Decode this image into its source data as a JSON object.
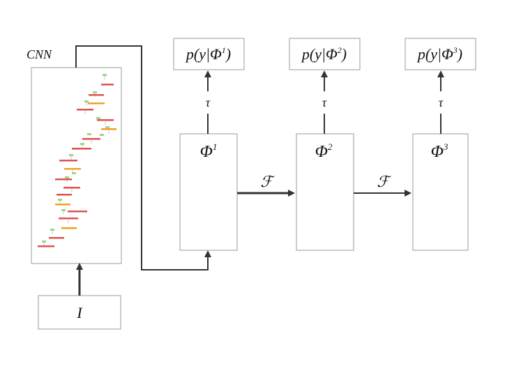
{
  "diagram": {
    "cnn_label": "CNN",
    "input_label": "I",
    "feature_maps": [
      {
        "base": "Φ",
        "sup": "1"
      },
      {
        "base": "Φ",
        "sup": "2"
      },
      {
        "base": "Φ",
        "sup": "3"
      }
    ],
    "prob_outputs": [
      {
        "prefix": "p(y|",
        "base": "Φ",
        "sup": "1",
        "suffix": ")"
      },
      {
        "prefix": "p(y|",
        "base": "Φ",
        "sup": "2",
        "suffix": ")"
      },
      {
        "prefix": "p(y|",
        "base": "Φ",
        "sup": "3",
        "suffix": ")"
      }
    ],
    "tau_label": "τ",
    "transition_label": "ℱ"
  },
  "colors": {
    "box_border": "#9a9a9a",
    "arrow": "#333333",
    "layer_red": "#e05050",
    "layer_orange": "#f2a020",
    "layer_green": "#9ad88a",
    "layer_gray": "#c8c8c8"
  }
}
